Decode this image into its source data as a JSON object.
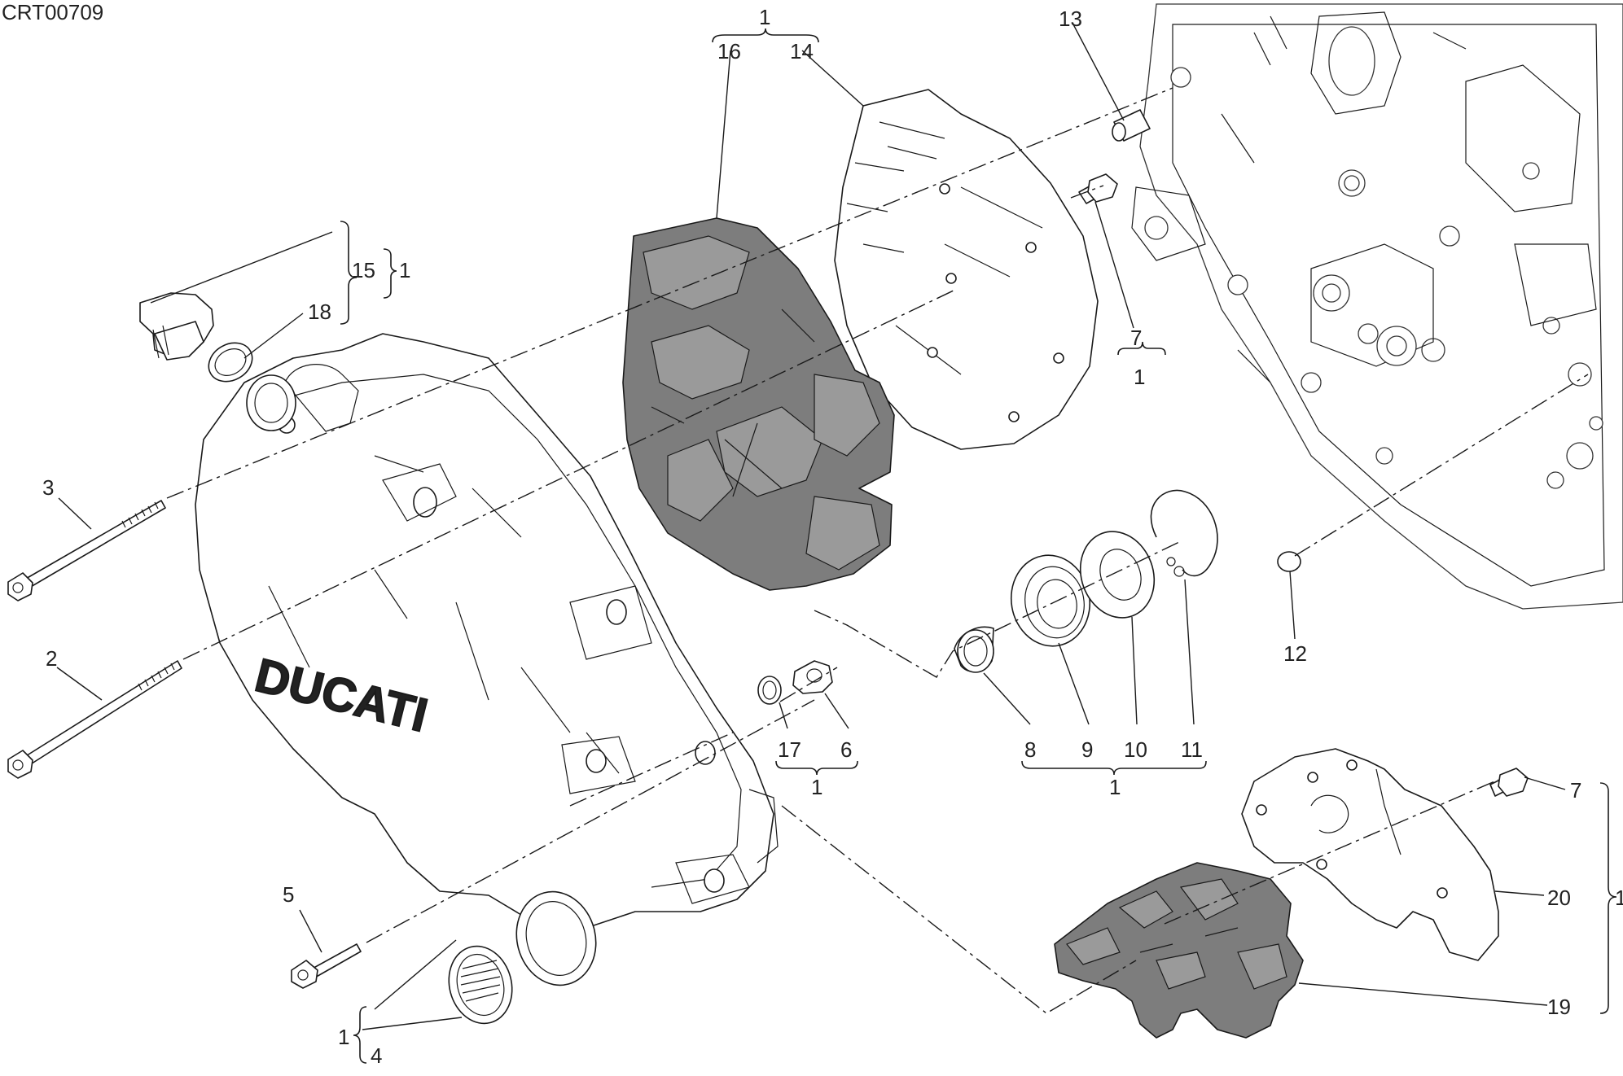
{
  "diagram": {
    "code": "CRT00709",
    "logo_text": "DUCATI",
    "labels": {
      "l1_top": "1",
      "l16": "16",
      "l14": "14",
      "l13": "13",
      "l15": "15",
      "l15_group": "1",
      "l18": "18",
      "l7_upper": "7",
      "l7_upper_group": "1",
      "l3": "3",
      "l2": "2",
      "l17": "17",
      "l6": "6",
      "l17_group": "1",
      "l8": "8",
      "l9": "9",
      "l10": "10",
      "l11": "11",
      "l8_group": "1",
      "l12": "12",
      "l7_lower": "7",
      "l20": "20",
      "l19": "19",
      "l_right_group": "1",
      "l5": "5",
      "l1_bottom": "1",
      "l4": "4"
    }
  }
}
